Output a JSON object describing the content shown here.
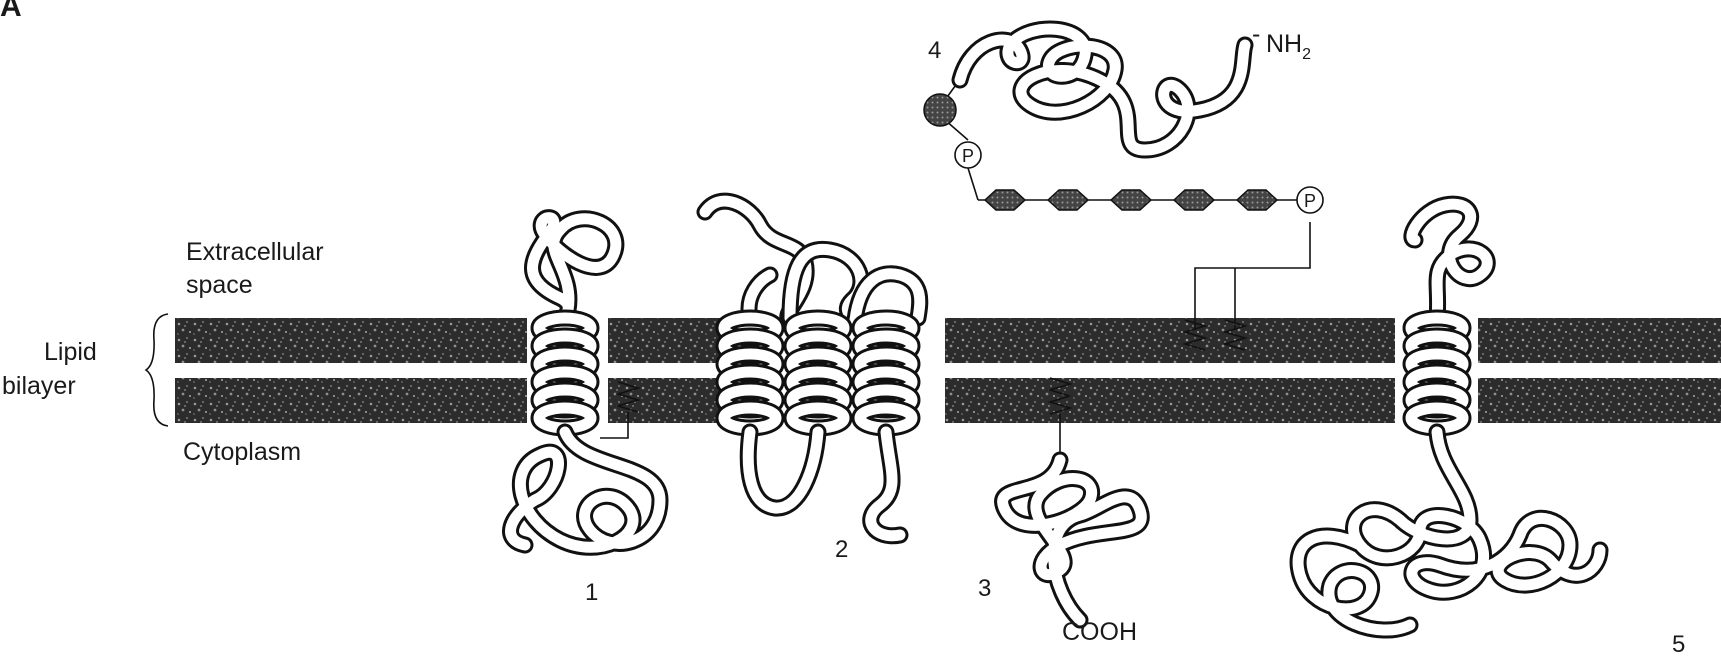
{
  "panel_label": "A",
  "labels": {
    "extracellular": [
      "Extracellular",
      "space"
    ],
    "lipid_bilayer": [
      "Lipid",
      "bilayer"
    ],
    "cytoplasm": "Cytoplasm",
    "nh2": "NH",
    "nh2_sub": "2",
    "nh2_minus": "-",
    "cooh": "COOH",
    "phosphate": "P"
  },
  "proteins": [
    "1",
    "2",
    "3",
    "4",
    "5"
  ],
  "colors": {
    "ink": "#111111",
    "membrane": "#3a3a3a",
    "background": "#ffffff"
  }
}
